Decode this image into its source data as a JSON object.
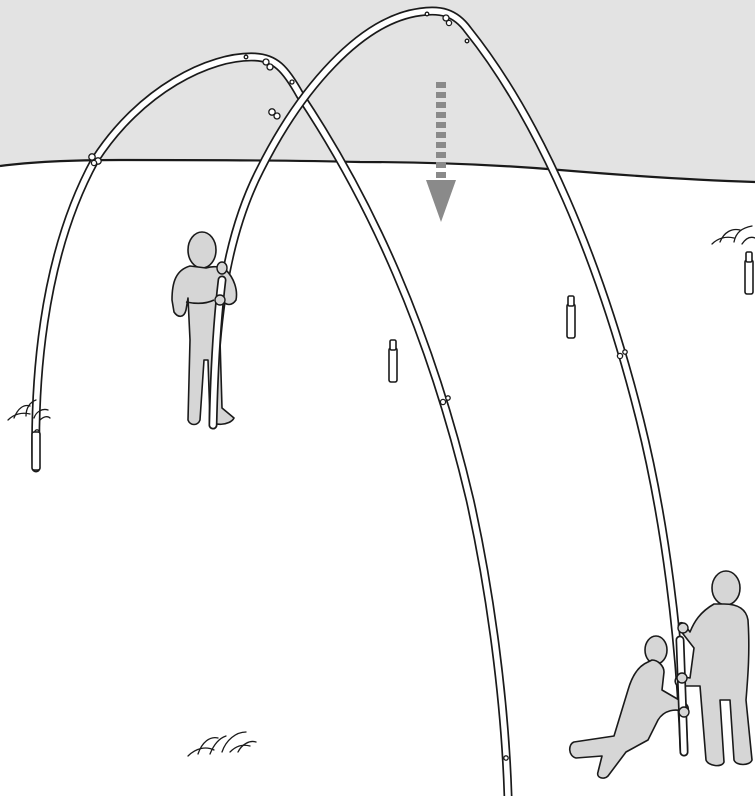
{
  "scene": {
    "kind": "assembly-illustration",
    "caption": "",
    "colors": {
      "sky": "#e3e3e3",
      "ground": "#ffffff",
      "outline": "#1a1a1a",
      "figure_fill": "#d6d6d6",
      "arrow": "#8a8a8a",
      "pipe_fill": "#ffffff"
    },
    "elements": {
      "arch_count": 2,
      "ground_stake_count": 3,
      "person_count": 3,
      "grass_tuft_count": 3,
      "arrow_direction": "down"
    }
  }
}
